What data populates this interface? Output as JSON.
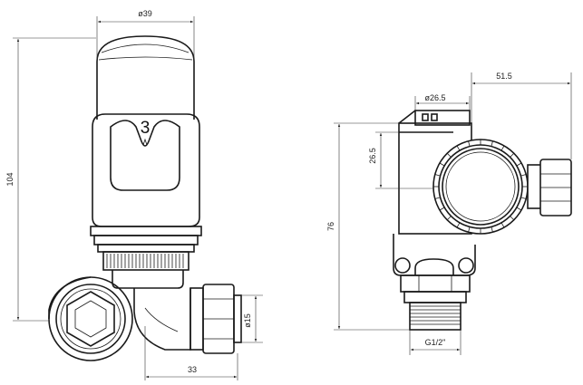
{
  "views": {
    "front": {
      "dial_number": "3",
      "dims": {
        "width_top": "ø39",
        "height_total": "104",
        "pipe_dia": "ø15",
        "offset": "33"
      }
    },
    "side": {
      "dims": {
        "width_51": "51.5",
        "body_dia": "ø26.5",
        "height_26": "26.5",
        "height_76": "76",
        "thread": "G1/2\""
      }
    }
  },
  "colors": {
    "line": "#1a1a1a",
    "background": "#ffffff"
  }
}
